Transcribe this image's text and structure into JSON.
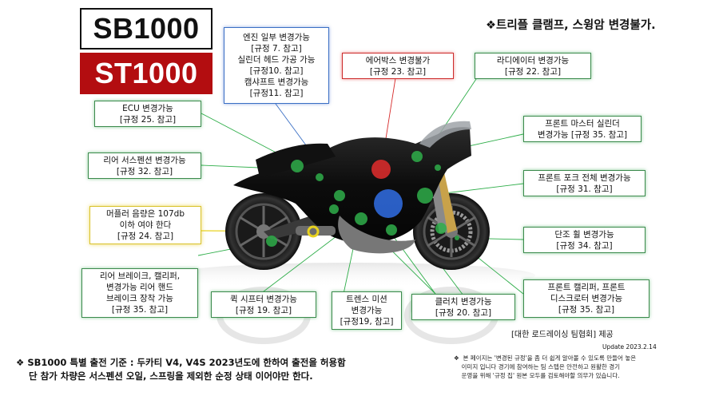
{
  "classes": {
    "sb": "SB1000",
    "st": "ST1000"
  },
  "headline": "❖트리플 클램프, 스윙암 변경불가.",
  "labels": {
    "ecu": [
      "ECU 변경가능",
      "[규정 25. 참고]"
    ],
    "rear_suspension": [
      "리어 서스펜션 변경가능",
      "[규정 32. 참고]"
    ],
    "muffler": [
      "머플러 음량은 107db",
      "이하 여야 한다",
      "[규정 24. 참고]"
    ],
    "rear_brake": [
      "리어 브레이크, 캘리퍼,",
      "변경가능 리어 핸드",
      "브레이크 장착 가능",
      "[규정 35. 참고]"
    ],
    "engine": [
      "엔진 일부 변경가능",
      "[규정 7. 참고]",
      "실린더 헤드 가공 가능",
      "[규정10. 참고]",
      "캠샤프트 변경가능",
      "[규정11. 참고]"
    ],
    "airbox": [
      "에어박스 변경불가",
      "[규정 23. 참고]"
    ],
    "radiator": [
      "라디에이터 변경가능",
      "[규정 22. 참고]"
    ],
    "front_master": [
      "프론트 마스터 실린더",
      "변경가능 [규정 35. 참고]"
    ],
    "front_fork": [
      "프론트 포크 전체 변경가능",
      "[규정 31. 참고]"
    ],
    "forged_wheel": [
      "단조 휠 변경가능",
      "[규정 34. 참고]"
    ],
    "front_caliper": [
      "프론트 캘리퍼, 프론트",
      "디스크로터 변경가능",
      "[규정 35. 참고]"
    ],
    "quickshifter": [
      "퀵 시프터 변경가능",
      "[규정 19. 참고]"
    ],
    "transmission": [
      "트렌스 미션",
      "변경가능",
      "[규정19, 참고]"
    ],
    "clutch": [
      "클러치 변경가능",
      "[규정 20. 참고]"
    ]
  },
  "source": "[대한 로드레이싱 팀협회] 제공",
  "update": "Update 2023.2.14",
  "rule_note": [
    "❖ SB1000 특별 출전 기준 : 두카티 V4, V4S 2023년도에 한하여 출전을 허용함",
    "    단 참가 차량은 서스펜션 오일, 스프링을 제외한 순정 상태 이어야만 한다."
  ],
  "disclaimer": [
    "❖  본 페이지는 '변경된 규정'을 좀 더 쉽게 알아볼 수 있도록 만들어 놓은",
    "    이미지 입니다 경기에 참여하는 팀 스텝은 안전하고 원활한 경기",
    "    운영을 위해 '규정 집' 원본 모두를 검토해야할 의무가 있습니다."
  ],
  "colors": {
    "green": "#2fae4a",
    "blue": "#2f68d8",
    "red": "#d62b2b",
    "yellow": "#e8d21f",
    "st_red": "#b30d10"
  }
}
